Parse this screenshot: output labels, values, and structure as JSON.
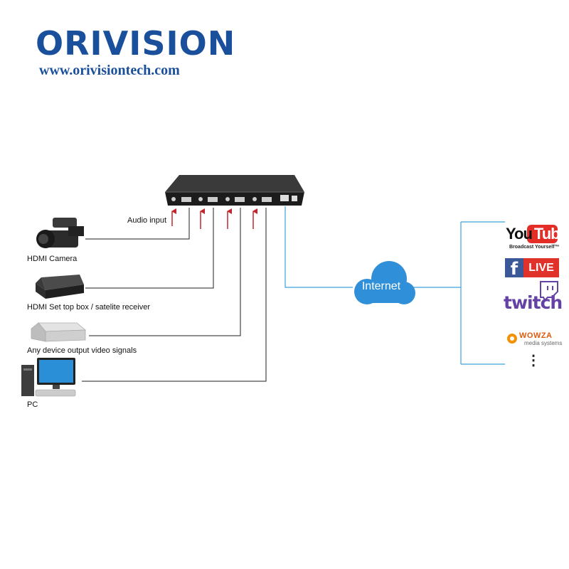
{
  "brand": {
    "logo": "ORIVISION",
    "url": "www.orivisiontech.com"
  },
  "diagram": {
    "audio_input_label": "Audio input",
    "devices": [
      {
        "icon": "video-camera-icon",
        "label": "HDMI Camera"
      },
      {
        "icon": "set-top-box-icon",
        "label": "HDMI Set top box / satelite receiver"
      },
      {
        "icon": "media-player-icon",
        "label": "Any device output video signals"
      },
      {
        "icon": "desktop-pc-icon",
        "label": "PC"
      }
    ],
    "network_label": "Internet",
    "platforms": {
      "youtube": {
        "name": "YouTube",
        "name_a": "You",
        "name_b": "Tube",
        "tagline": "Broadcast Yourself™"
      },
      "facebook": {
        "letter": "f",
        "live": "LIVE"
      },
      "twitch": {
        "name": "twitch"
      },
      "wowza": {
        "name": "WOWZA",
        "tagline": "media systems"
      },
      "more": "⋮"
    },
    "colors": {
      "logo_blue": "#1a4f9c",
      "network_line": "#3fa0dc",
      "audio_arrow": "#c0272d",
      "device_line": "#222222",
      "youtube_red": "#e52d27",
      "facebook_blue": "#3b5998",
      "facebook_red": "#e0322b",
      "twitch_purple": "#6441a5",
      "wowza_orange": "#f39200"
    }
  }
}
